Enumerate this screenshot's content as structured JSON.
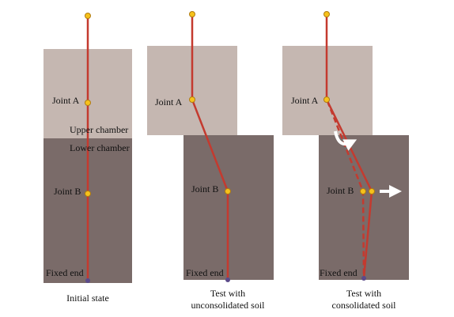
{
  "colors": {
    "upper_chamber": "#c5b7b1",
    "lower_chamber": "#7a6b69",
    "pile": "#c43a2f",
    "node_fill": "#f6c21b",
    "node_stroke": "#b07b12",
    "fixed_node": "#5b4a8a",
    "arrow": "#ffffff",
    "label_text": "#111111"
  },
  "panels": [
    {
      "state": "initial",
      "labels": {
        "joint_a": "Joint A",
        "upper_chamber": "Upper chamber",
        "lower_chamber": "Lower chamber",
        "joint_b": "Joint B",
        "fixed_end": "Fixed end"
      },
      "caption_lines": [
        "Initial state"
      ]
    },
    {
      "state": "unconsolidated",
      "labels": {
        "joint_a": "Joint A",
        "joint_b": "Joint B",
        "fixed_end": "Fixed end"
      },
      "caption_lines": [
        "Test with",
        "unconsolidated soil"
      ]
    },
    {
      "state": "consolidated",
      "labels": {
        "joint_a": "Joint A",
        "joint_b": "Joint B",
        "fixed_end": "Fixed end"
      },
      "rotation_icon": "curved-rotation-arrow",
      "translation_icon": "right-arrow",
      "caption_lines": [
        "Test with",
        "consolidated soil"
      ]
    }
  ]
}
